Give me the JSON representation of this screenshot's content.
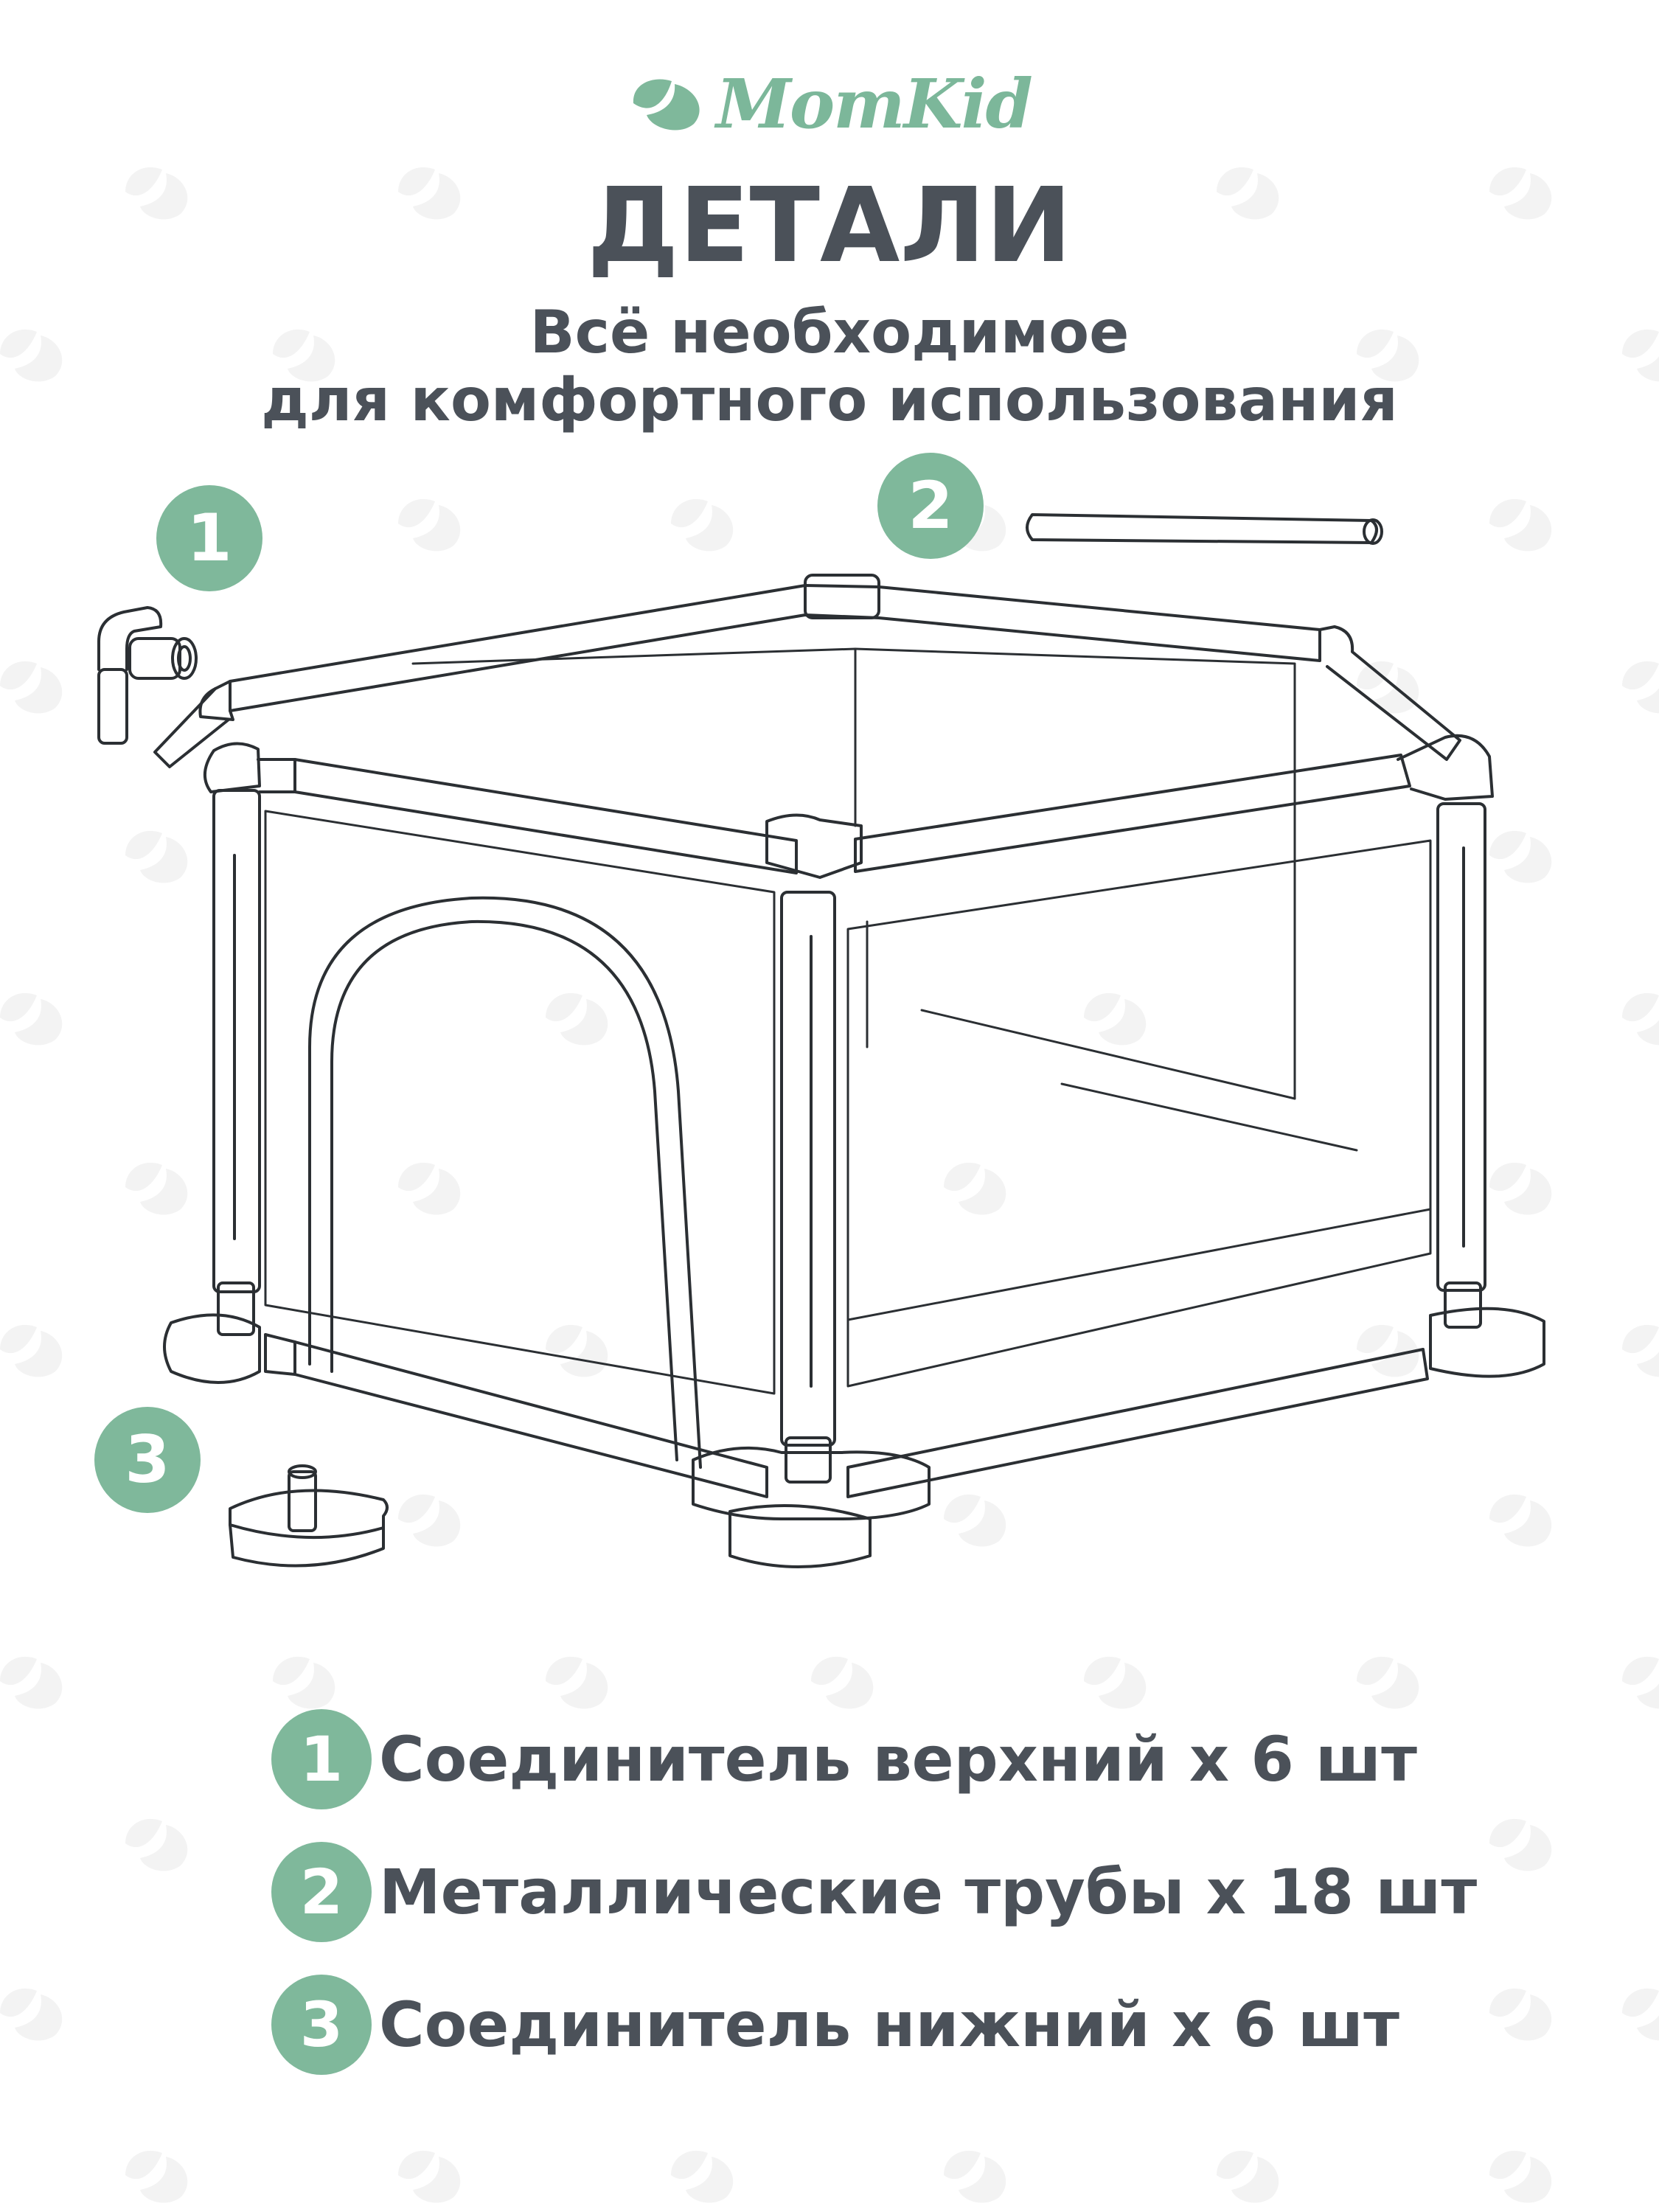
{
  "colors": {
    "brand_green": "#7fb89b",
    "text_dark": "#4b5159",
    "line_art": "#2b2f33",
    "pattern": "#f3f3f3"
  },
  "header": {
    "brand": "MomKid",
    "brand_icon": "leaf-logo-icon",
    "title": "ДЕТАЛИ",
    "subtitle_line1": "Всё необходимое",
    "subtitle_line2": "для комфортного использования"
  },
  "diagram": {
    "callouts": [
      "1",
      "2",
      "3"
    ],
    "parts_icons": [
      "top-connector-icon",
      "metal-tube-icon",
      "bottom-connector-icon",
      "playpen-drawing-icon"
    ]
  },
  "legend": [
    {
      "num": "1",
      "text": "Соединитель верхний x 6 шт"
    },
    {
      "num": "2",
      "text": "Металлические трубы x 18 шт"
    },
    {
      "num": "3",
      "text": "Соединитель нижний x 6 шт"
    }
  ]
}
